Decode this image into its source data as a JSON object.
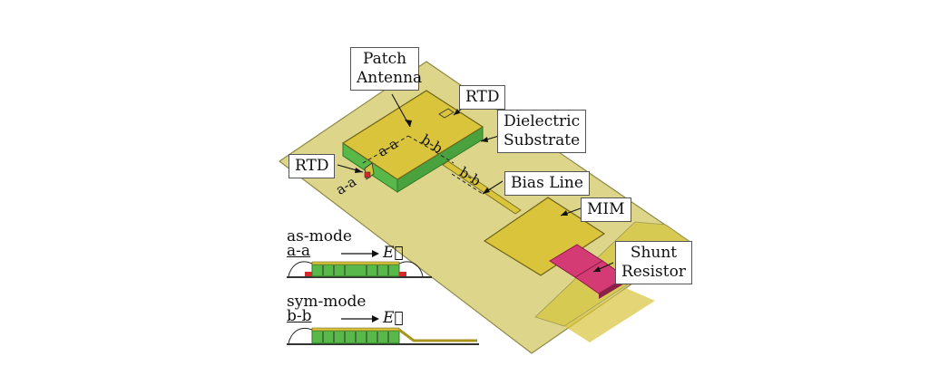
{
  "labels": {
    "patch_line1": "Patch",
    "patch_line2": "Antenna",
    "rtd_top": "RTD",
    "dielectric_line1": "Dielectric",
    "dielectric_line2": "Substrate",
    "rtd_left": "RTD",
    "bias_line": "Bias Line",
    "mim": "MIM",
    "shunt_line1": "Shunt",
    "shunt_line2": "Resistor"
  },
  "cut_labels": {
    "aa_patch": "a-a",
    "bb_patch": "b-b",
    "aa_left": "a-a",
    "bb_line": "b-b"
  },
  "insets": {
    "as_mode_title": "as-mode",
    "as_mode_cut": "a-a",
    "sym_mode_title": "sym-mode",
    "sym_mode_cut": "b-b",
    "field_symbol": "E⃗"
  },
  "colors": {
    "board": "#dcd58a",
    "board_edge": "#8f8a4a",
    "metal": "#d9c43c",
    "metal_dark": "#a8951f",
    "dielectric": "#58b84a",
    "dielectric_dark": "#2e7a26",
    "resistor": "#d43a73",
    "resistor_dark": "#8c1f48",
    "rtd_red": "#d22a2a"
  }
}
